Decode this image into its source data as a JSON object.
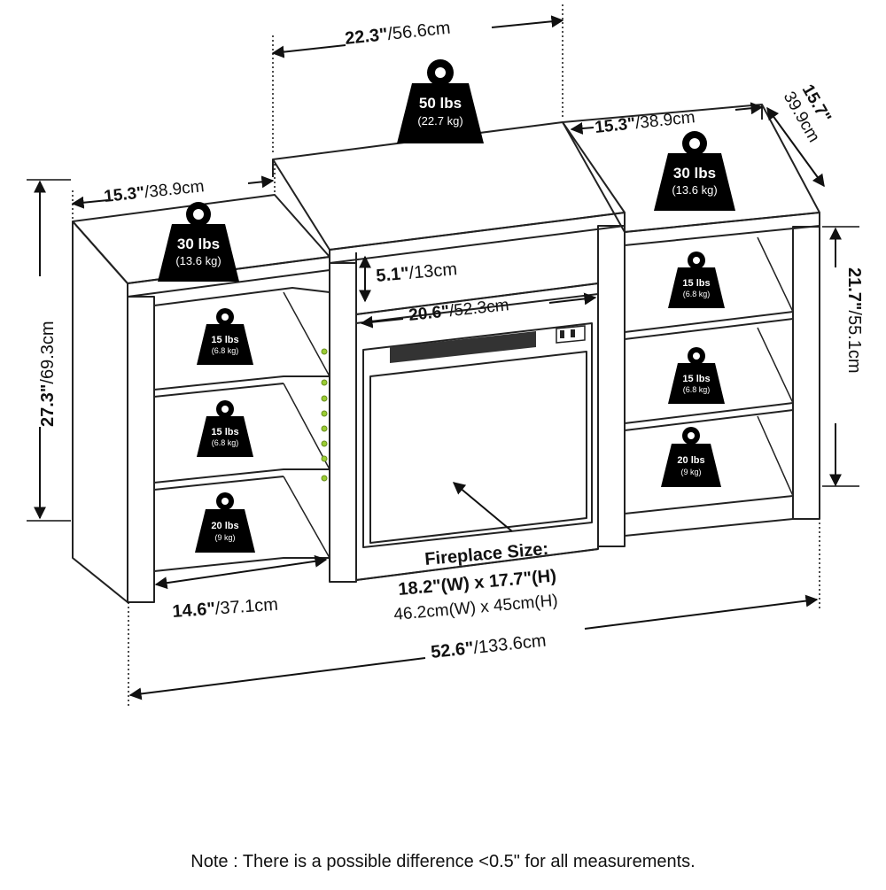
{
  "dimensions": {
    "top_width": {
      "imperial": "22.3\"",
      "metric": "/56.6cm"
    },
    "left_top_width": {
      "imperial": "15.3\"",
      "metric": "/38.9cm"
    },
    "right_top_width": {
      "imperial": "15.3\"",
      "metric": "/38.9cm"
    },
    "depth": {
      "imperial": "15.7\"",
      "metric": "39.9cm"
    },
    "total_height": {
      "imperial": "27.3\"",
      "metric": "/69.3cm"
    },
    "side_height": {
      "imperial": "21.7\"",
      "metric": "/55.1cm"
    },
    "opening_height": {
      "imperial": "5.1\"",
      "metric": "/13cm"
    },
    "fireplace_opening_width": {
      "imperial": "20.6\"",
      "metric": "/52.3cm"
    },
    "shelf_width": {
      "imperial": "14.6\"",
      "metric": "/37.1cm"
    },
    "total_width": {
      "imperial": "52.6\"",
      "metric": "/133.6cm"
    }
  },
  "fireplace": {
    "title": "Fireplace Size:",
    "imperial": "18.2\"(W) x 17.7\"(H)",
    "metric": "46.2cm(W) x 45cm(H)"
  },
  "weights": {
    "center_top": {
      "lbs": "50 lbs",
      "kg": "(22.7 kg)"
    },
    "left_top": {
      "lbs": "30 lbs",
      "kg": "(13.6 kg)"
    },
    "right_top": {
      "lbs": "30 lbs",
      "kg": "(13.6 kg)"
    },
    "left_shelf_1": {
      "lbs": "15 lbs",
      "kg": "(6.8 kg)"
    },
    "left_shelf_2": {
      "lbs": "15 lbs",
      "kg": "(6.8 kg)"
    },
    "left_shelf_3": {
      "lbs": "20 lbs",
      "kg": "(9 kg)"
    },
    "right_shelf_1": {
      "lbs": "15 lbs",
      "kg": "(6.8 kg)"
    },
    "right_shelf_2": {
      "lbs": "15 lbs",
      "kg": "(6.8 kg)"
    },
    "right_shelf_3": {
      "lbs": "20 lbs",
      "kg": "(9 kg)"
    }
  },
  "note": "Note : There is a possible difference <0.5\" for all measurements.",
  "colors": {
    "line": "#111111",
    "weight_fill": "#000000",
    "shelf_pin": "#9acd32"
  }
}
